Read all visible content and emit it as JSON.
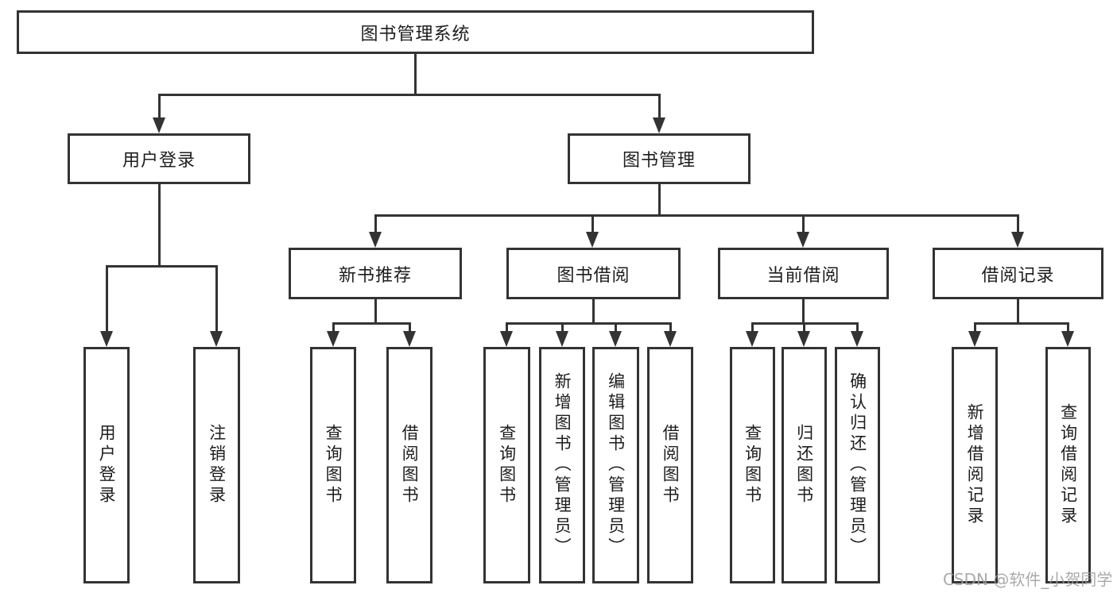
{
  "tree": {
    "root": {
      "label": "图书管理系统",
      "children": [
        {
          "label": "用户登录",
          "children": [
            {
              "label": "用户登录"
            },
            {
              "label": "注销登录"
            }
          ]
        },
        {
          "label": "图书管理",
          "children": [
            {
              "label": "新书推荐",
              "children": [
                {
                  "label": "查询图书"
                },
                {
                  "label": "借阅图书"
                }
              ]
            },
            {
              "label": "图书借阅",
              "children": [
                {
                  "label": "查询图书"
                },
                {
                  "label": "新增图书（管理员）"
                },
                {
                  "label": "编辑图书（管理员）"
                },
                {
                  "label": "借阅图书"
                }
              ]
            },
            {
              "label": "当前借阅",
              "children": [
                {
                  "label": "查询图书"
                },
                {
                  "label": "归还图书"
                },
                {
                  "label": "确认归还（管理员）"
                }
              ]
            },
            {
              "label": "借阅记录",
              "children": [
                {
                  "label": "新增借阅记录"
                },
                {
                  "label": "查询借阅记录"
                }
              ]
            }
          ]
        }
      ]
    }
  },
  "watermark": {
    "text": "CSDN @软件_小贺同学"
  },
  "colors": {
    "line": "#333333",
    "text": "#1d1d1d",
    "background": "#ffffff",
    "watermark": "#9c9c9c"
  }
}
